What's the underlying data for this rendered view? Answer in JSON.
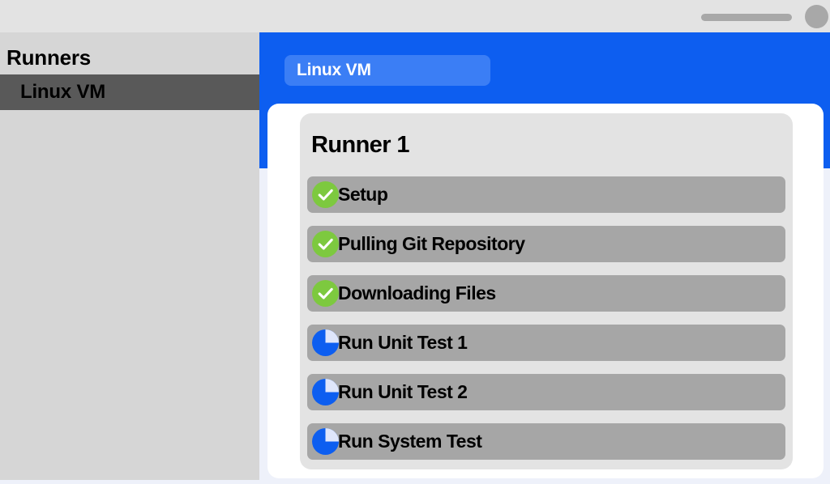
{
  "topbar": {
    "pill_name": "window-drag-pill",
    "avatar_name": "user-avatar"
  },
  "sidebar": {
    "title": "Runners",
    "items": [
      {
        "label": "Linux VM",
        "selected": true
      }
    ]
  },
  "header": {
    "tabs": [
      {
        "label": "Linux VM",
        "active": true
      }
    ]
  },
  "main": {
    "card_title": "Runner 1",
    "steps": [
      {
        "label": "Setup",
        "status": "complete",
        "icon": "check-circle-icon"
      },
      {
        "label": "Pulling Git Repository",
        "status": "complete",
        "icon": "check-circle-icon"
      },
      {
        "label": "Downloading Files",
        "status": "complete",
        "icon": "check-circle-icon"
      },
      {
        "label": "Run Unit Test 1",
        "status": "in-progress",
        "icon": "pie-progress-icon"
      },
      {
        "label": "Run Unit Test 2",
        "status": "in-progress",
        "icon": "pie-progress-icon"
      },
      {
        "label": "Run System Test",
        "status": "in-progress",
        "icon": "pie-progress-icon"
      }
    ]
  },
  "colors": {
    "topbar_bg": "#e3e3e3",
    "sidebar_bg": "#d6d6d6",
    "sidebar_selected_bg": "#595959",
    "header_blue": "#0d5ef0",
    "tab_blue": "#3b7ef5",
    "panel_white": "#ffffff",
    "card_gray": "#e3e3e3",
    "row_gray": "#a6a6a6",
    "page_bg": "#eef1fa",
    "status_complete": "#7dc93f",
    "status_progress": "#0d5ef0",
    "status_progress_track": "#dfe6fb"
  }
}
